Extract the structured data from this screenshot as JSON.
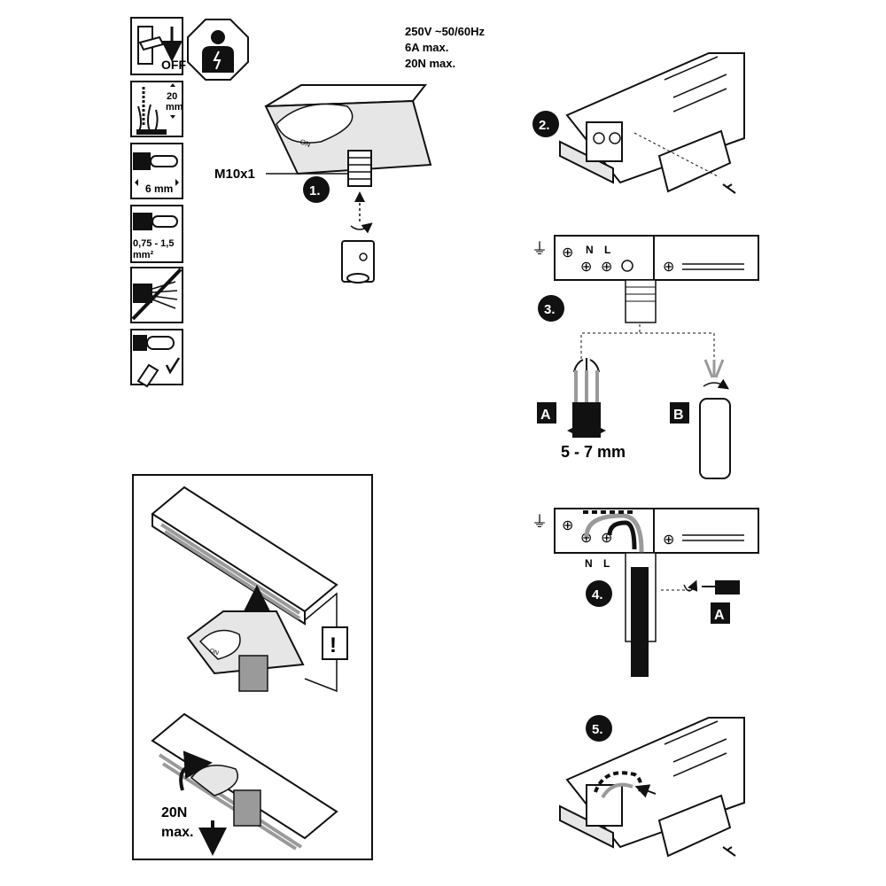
{
  "specs": [
    "250V ~50/60Hz",
    "6A max.",
    "20N max."
  ],
  "sidebar": {
    "off_label": "OFF",
    "strip_length": "20\nmm",
    "strip_length_line1": "20",
    "strip_length_line2": "mm",
    "cable_diameter": "6 mm",
    "wire_section_line1": "0,75 - 1,5",
    "wire_section_line2": "mm²"
  },
  "steps": {
    "step1": "1.",
    "step2": "2.",
    "step3": "3.",
    "step4": "4.",
    "step5": "5."
  },
  "thread_label": "M10x1",
  "on_label": "ON",
  "terminal": {
    "neutral": "N",
    "live": "L"
  },
  "variants": {
    "a": "A",
    "b": "B"
  },
  "cable_range": "5 - 7 mm",
  "mounting_panel": {
    "warning": "!",
    "load_line1": "20N",
    "load_line2": "max."
  },
  "colors": {
    "ink": "#111111",
    "gray": "#9a9a9a",
    "light": "#e6e6e6"
  }
}
